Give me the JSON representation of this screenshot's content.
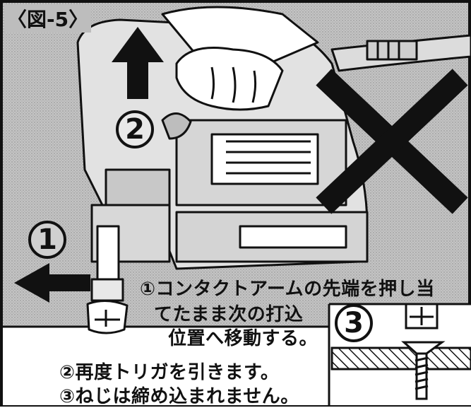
{
  "figure_label": "〈図-5〉",
  "step_markers": {
    "one": "1",
    "two": "2",
    "three": "3"
  },
  "notes": {
    "note1_line1": "①コンタクトアームの先端を押し当",
    "note1_line2": "てたまま次の打込",
    "note1_line3": "位置へ移動する。",
    "note2": "②再度トリガを引きます。",
    "note3": "③ねじは締め込まれません。"
  },
  "colors": {
    "background_tone": "#bcbcbc",
    "ink": "#111111",
    "panel": "#ffffff"
  },
  "icons": {
    "arrow_up": "up-arrow-icon",
    "arrow_left": "left-arrow-icon",
    "prohibited": "cross-icon",
    "screw": "screw-icon"
  }
}
